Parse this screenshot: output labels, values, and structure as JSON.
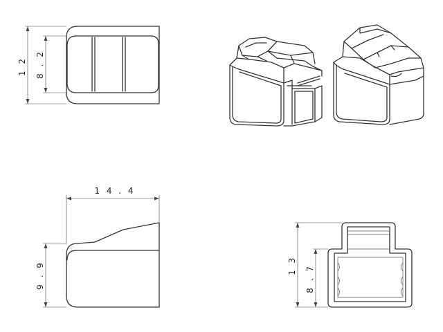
{
  "views": {
    "front": {
      "height_total": "1 2",
      "height_inner": "8 . 2"
    },
    "side": {
      "length": "1 4 . 4",
      "height": "9 . 9"
    },
    "end": {
      "height_total": "1 3",
      "height_inner": "8 . 7"
    }
  }
}
